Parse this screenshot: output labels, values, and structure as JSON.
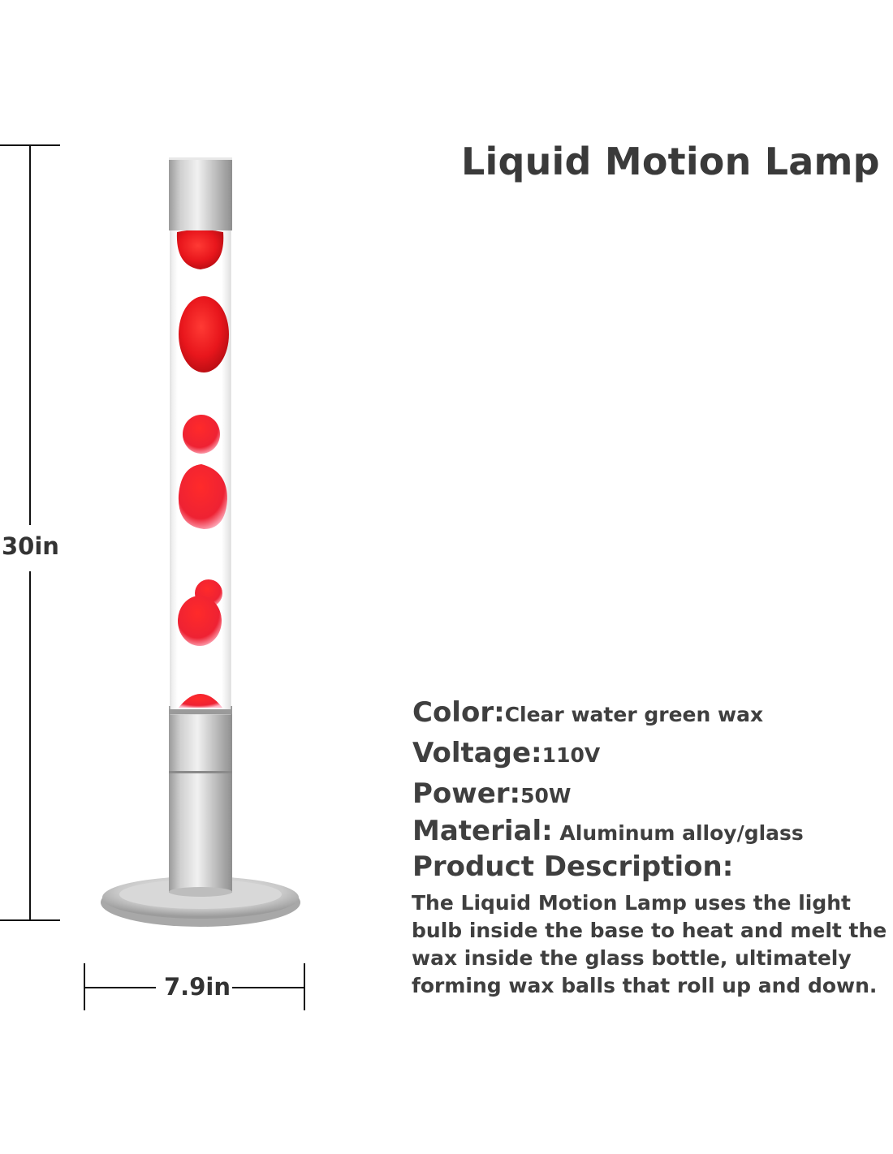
{
  "height_label": "30in",
  "width_label": "7.9in",
  "title": "Liquid Motion Lamp",
  "specs": {
    "color": {
      "key": "Color:",
      "value": "Clear water green wax"
    },
    "voltage": {
      "key": "Voltage:",
      "value": "110V"
    },
    "power": {
      "key": "Power:",
      "value": "50W"
    },
    "material": {
      "key": "Material:",
      "value": " Aluminum alloy/glass"
    }
  },
  "description": {
    "heading": "Product Description:",
    "text": "The Liquid Motion Lamp uses the light bulb inside the base to heat and melt the wax inside the glass bottle, ultimately forming wax balls that roll up and down."
  },
  "colors": {
    "wax": "#e8161c",
    "metal": "#b8b8b8"
  }
}
